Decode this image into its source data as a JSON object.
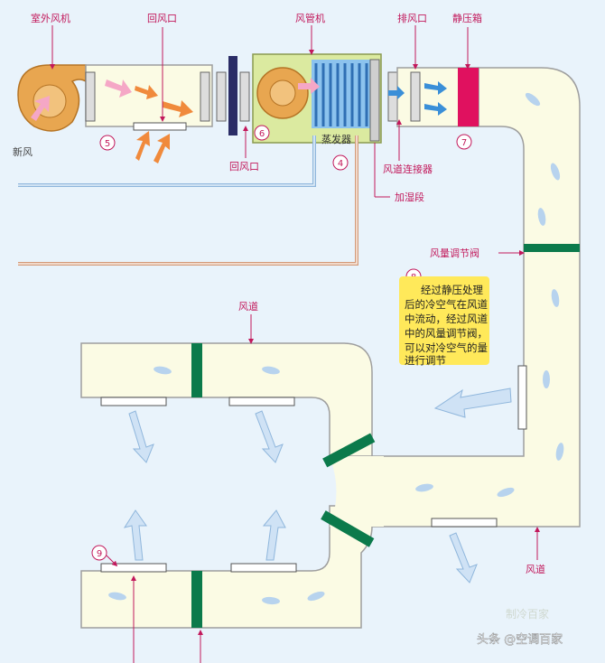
{
  "labels": {
    "outdoor_fan": "室外风机",
    "return_outlet_top": "回风口",
    "duct_unit": "风管机",
    "exhaust_outlet": "排风口",
    "static_box": "静压箱",
    "fresh_air": "新风",
    "return_outlet_mid": "回风口",
    "evaporator": "蒸发器",
    "duct_connector": "风道连接器",
    "humidifier": "加湿段",
    "damper": "风量调节阀",
    "duct_left": "风道",
    "duct_bottom": "风道"
  },
  "callouts": [
    "5",
    "6",
    "4",
    "7",
    "8",
    "9"
  ],
  "note_lines": [
    "经过静压处理",
    "后的冷空气在风道",
    "中流动，经过风道",
    "中的风量调节阀，",
    "可以对冷空气的量",
    "进行调节"
  ],
  "watermark": "头条 @空调百家",
  "watermark_faint": "制冷百家",
  "colors": {
    "duct_fill": "#fbfbe4",
    "duct_stroke": "#9e9e9e",
    "label_pink": "#c2185b",
    "damper_green": "#0b7a4b",
    "static_box_red": "#e0115f",
    "fan_orange": "#e8a650",
    "evaporator_blue": "#3a8fd8",
    "note_yellow": "#ffe95a",
    "duct_unit_green": "#dbeaa0"
  }
}
